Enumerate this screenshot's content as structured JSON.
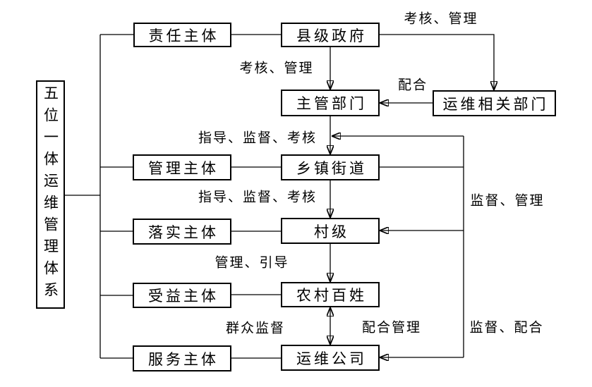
{
  "diagram": {
    "system_title": "五位一体运维管理体系",
    "subjects": [
      {
        "label": "责任主体"
      },
      {
        "label": "管理主体"
      },
      {
        "label": "落实主体"
      },
      {
        "label": "受益主体"
      },
      {
        "label": "服务主体"
      }
    ],
    "entities": {
      "county_government": "县级政府",
      "competent_department": "主管部门",
      "town_street": "乡镇街道",
      "village_level": "村级",
      "rural_residents": "农村百姓",
      "om_company": "运维公司",
      "om_related_departments": "运维相关部门"
    },
    "edge_labels": {
      "assess_manage_top": "考核、管理",
      "assess_manage_left": "考核、管理",
      "cooperate": "配合",
      "guide_supervise_assess_upper": "指导、监督、考核",
      "guide_supervise_assess_lower": "指导、监督、考核",
      "supervise_manage": "监督、管理",
      "manage_guide": "管理、引导",
      "mass_supervision": "群众监督",
      "cooperate_manage": "配合管理",
      "supervise_cooperate": "监督、配合"
    },
    "colors": {
      "line": "#000000",
      "box_border": "#000000",
      "background": "#ffffff",
      "text": "#000000"
    }
  }
}
